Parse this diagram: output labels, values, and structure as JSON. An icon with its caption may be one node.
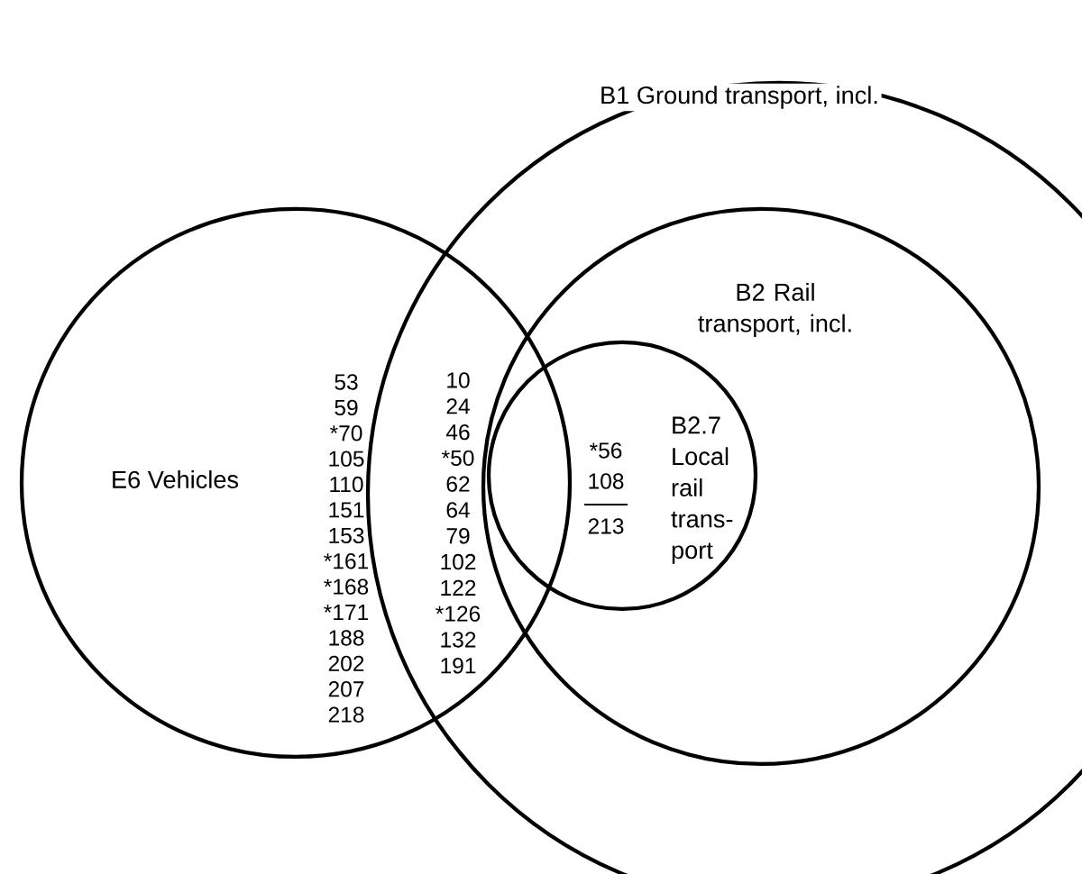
{
  "diagram": {
    "nodes": [
      {
        "text": [
          "B1 Ground transport, incl."
        ]
      },
      {
        "text": [
          "B2 Rail transport, incl."
        ],
        "in": 0
      },
      {
        "text": [
          "B2.7 Local rail trans- port"
        ],
        "in": 1
      },
      {
        "text": [
          "E6 Vehicles"
        ]
      }
    ],
    "labels": [
      "53",
      "59",
      "*70",
      "105",
      "110",
      "151",
      "153",
      "*161",
      "*168",
      "*171",
      "188",
      "202",
      "207",
      "218",
      "10",
      "24",
      "46",
      "*50",
      "62",
      "64",
      "79",
      "102",
      "122",
      "*126",
      "132",
      "191",
      "*56",
      "108",
      "213"
    ]
  }
}
